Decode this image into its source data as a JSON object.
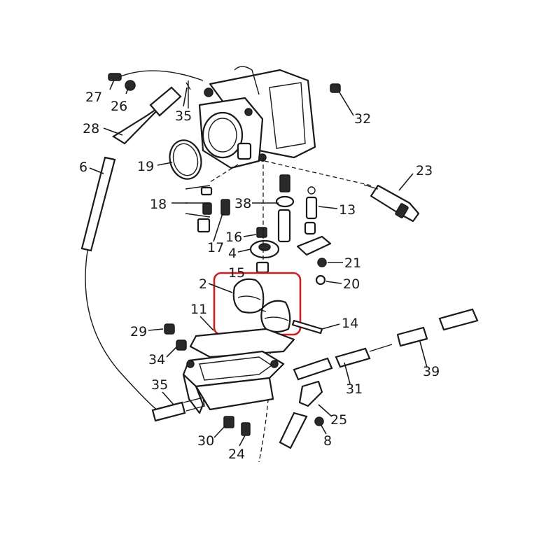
{
  "diagram": {
    "highlight_color": "#cc1f1f",
    "callouts": {
      "c2": "2",
      "c4": "4",
      "c6": "6",
      "c8": "8",
      "c11": "11",
      "c13": "13",
      "c14": "14",
      "c15": "15",
      "c16": "16",
      "c17": "17",
      "c18": "18",
      "c19": "19",
      "c20": "20",
      "c21": "21",
      "c23": "23",
      "c24": "24",
      "c25": "25",
      "c26": "26",
      "c27": "27",
      "c28": "28",
      "c29": "29",
      "c30": "30",
      "c31": "31",
      "c32": "32",
      "c34": "34",
      "c35a": "35",
      "c35b": "35",
      "c38": "38",
      "c39": "39"
    }
  }
}
